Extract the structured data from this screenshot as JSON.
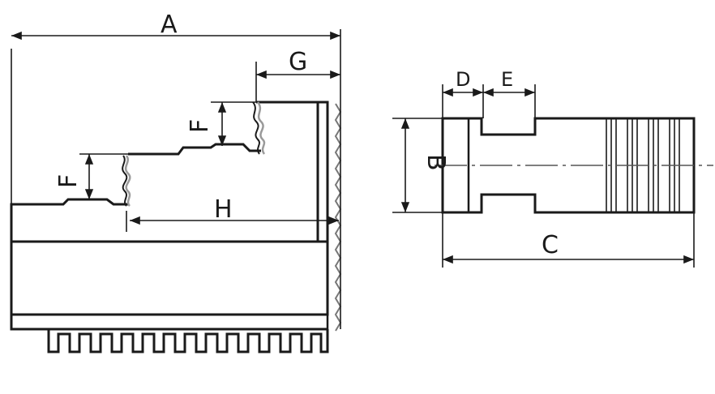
{
  "labels": {
    "A": "A",
    "G": "G",
    "F_upper": "F",
    "F_lower": "F",
    "H": "H",
    "D": "D",
    "E": "E",
    "B": "B",
    "C": "C"
  },
  "colors": {
    "line": "#1a1a1a",
    "hatch": "#9a9a9a",
    "background": "#ffffff"
  }
}
